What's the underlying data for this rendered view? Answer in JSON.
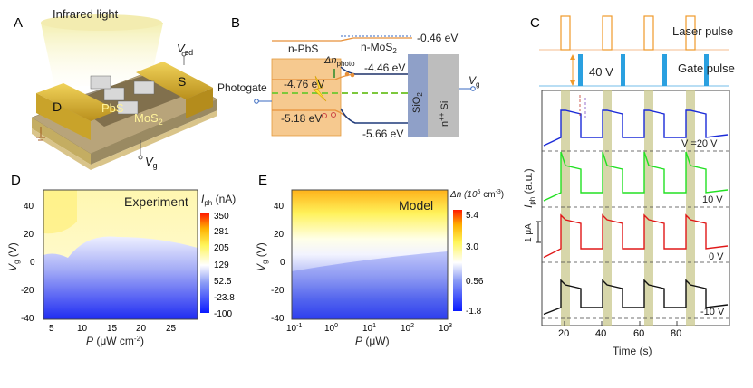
{
  "panels": {
    "A": {
      "letter": "A",
      "top_label": "Infrared light",
      "vsd": "V",
      "vsd_sub": "sd",
      "s": "S",
      "d": "D",
      "pbs": "PbS",
      "mos2": "MoS",
      "mos2_sub": "2",
      "vg": "V",
      "vg_sub": "g"
    },
    "B": {
      "letter": "B",
      "npbs": "n-PbS",
      "nmos2": "n-MoS",
      "nmos2_sub": "2",
      "dn": "Δn",
      "dn_sub": "photo",
      "photogate": "Photogate",
      "sio2": "SiO",
      "sio2_sub": "2",
      "nsi": "n",
      "nsi_sup": "++",
      "nsi_tail": " Si",
      "vg": "V",
      "vg_sub": "g",
      "e1": "-0.46 eV",
      "e2": "-4.46 eV",
      "e3": "-4.76 eV",
      "e4": "-5.18 eV",
      "e5": "-5.66 eV",
      "colors": {
        "pbs_fill": "#f6c98f",
        "sio2": "#8fa0c8",
        "si": "#bbbbbb",
        "band": "#1f3a7a",
        "fermi": "#7dc83c"
      }
    },
    "C": {
      "letter": "C",
      "laser": "Laser pulse",
      "gate": "Gate pulse",
      "volt": "40 V",
      "ylabel": "I",
      "ylabel_sub": "ph",
      "ylabel_tail": " (a.u.)",
      "scale": "1 μA",
      "xlabel": "Time (s)",
      "xticks": [
        "20",
        "40",
        "60",
        "80"
      ],
      "trace_labels": [
        "V  =20 V",
        "10 V",
        "0 V",
        "-10 V"
      ],
      "trace_colors": [
        "#1b2bd8",
        "#22e022",
        "#e01818",
        "#111111"
      ]
    },
    "D": {
      "letter": "D",
      "title": "Experiment",
      "cb_title": "I",
      "cb_sub": "ph",
      "cb_unit": " (nA)",
      "cb_ticks": [
        "350",
        "281",
        "205",
        "129",
        "52.5",
        "-23.8",
        "-100"
      ],
      "yticks": [
        "40",
        "20",
        "0",
        "-20",
        "-40"
      ],
      "xticks": [
        "5",
        "10",
        "15",
        "20",
        "25"
      ],
      "ylabel": "V",
      "ylabel_sub": "g",
      "ylabel_tail": " (V)",
      "xlabel": "P",
      "xlabel_tail": " (μW cm",
      "xlabel_sup": "-2",
      "xlabel_end": ")"
    },
    "E": {
      "letter": "E",
      "title": "Model",
      "cb_title": "Δn (10",
      "cb_sup": "5",
      "cb_tail": " cm",
      "cb_sup2": "-3",
      "cb_end": ")",
      "cb_ticks": [
        "5.4",
        "3.0",
        "0.56",
        "-1.8"
      ],
      "yticks": [
        "40",
        "20",
        "0",
        "-20",
        "-40"
      ],
      "xticks": [
        "10",
        "10",
        "10",
        "10",
        "10"
      ],
      "xtick_sup": [
        "-1",
        "0",
        "1",
        "2",
        "3"
      ],
      "ylabel": "V",
      "ylabel_sub": "g",
      "ylabel_tail": " (V)",
      "xlabel": "P",
      "xlabel_tail": " (μW)"
    }
  }
}
